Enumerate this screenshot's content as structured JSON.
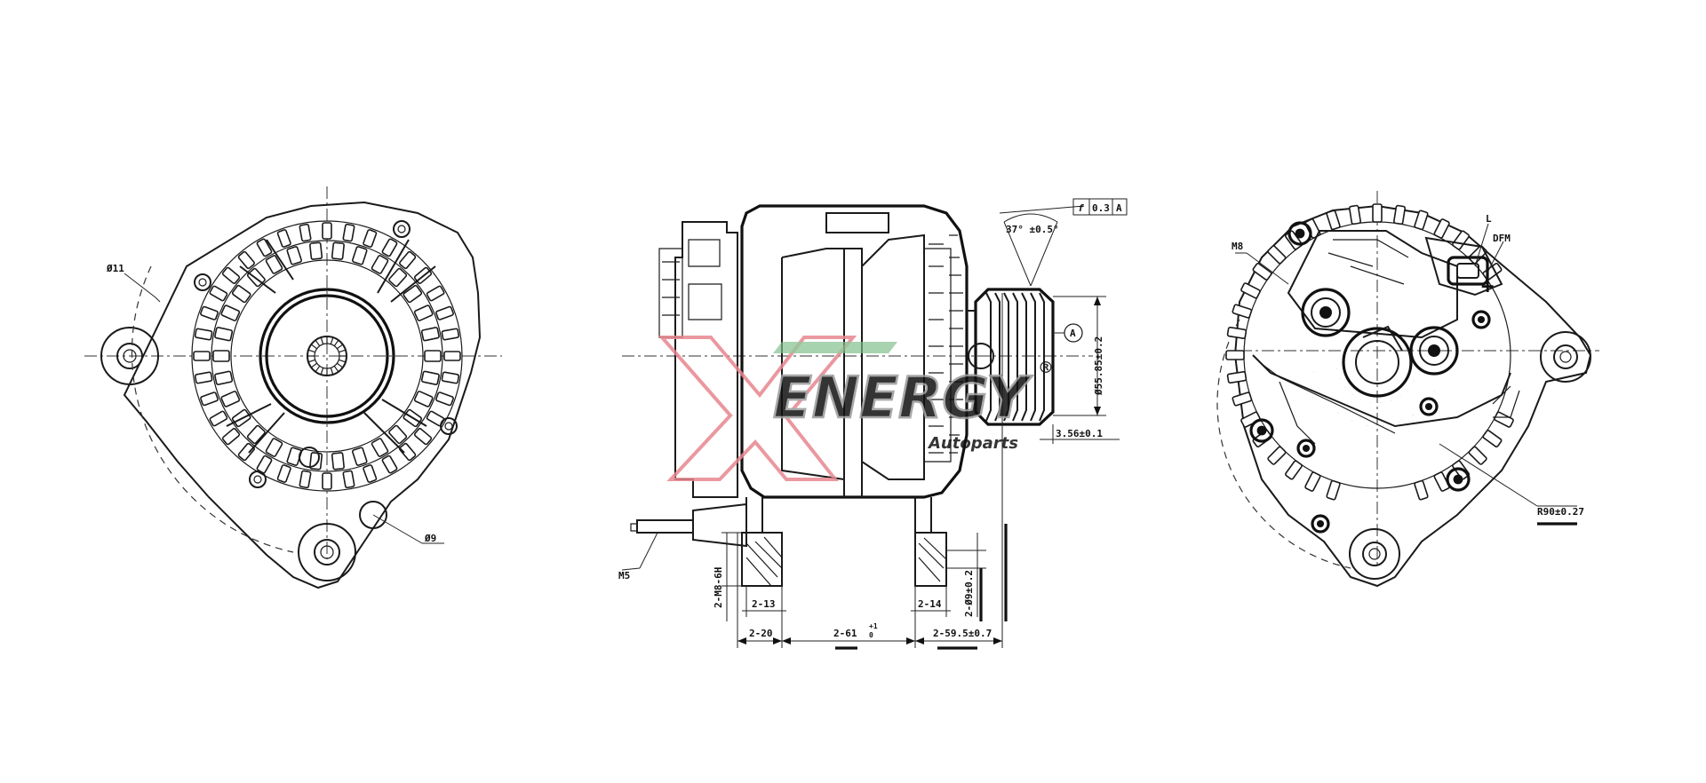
{
  "watermark": {
    "brand": "ENERGY",
    "sub": "Autoparts",
    "registered": "®",
    "colors": {
      "red": "#e8868f",
      "green": "#7fbf8a",
      "gray": "#9a9a9a"
    }
  },
  "left_view": {
    "label_hole": "Ø11",
    "label_bolt": "Ø9"
  },
  "side_view": {
    "tolerance_frame": {
      "symbol": "f",
      "value": "0.3",
      "datum": "A"
    },
    "angle": "37° ±0.5°",
    "datum_marker": "A",
    "pulley_diameter": "Ø55.85±0.2",
    "pulley_offset": "3.56±0.1",
    "thread_label": "M5",
    "bore_vertical": "2-M8-6H",
    "bottom_width_left": "2-13",
    "bottom_width_right": "2-14",
    "vertical_dim": "2-Ø9±0.2",
    "span_left": "2-20",
    "span_mid": "2-61",
    "span_mid_tol_top": "+1",
    "span_mid_tol_bot": "0",
    "span_right": "2-59.5±0.7"
  },
  "right_view": {
    "label_stud": "M8",
    "label_terminal": "L",
    "label_dfm": "DFM",
    "label_plus": "+",
    "label_radius": "R90±0.27"
  }
}
